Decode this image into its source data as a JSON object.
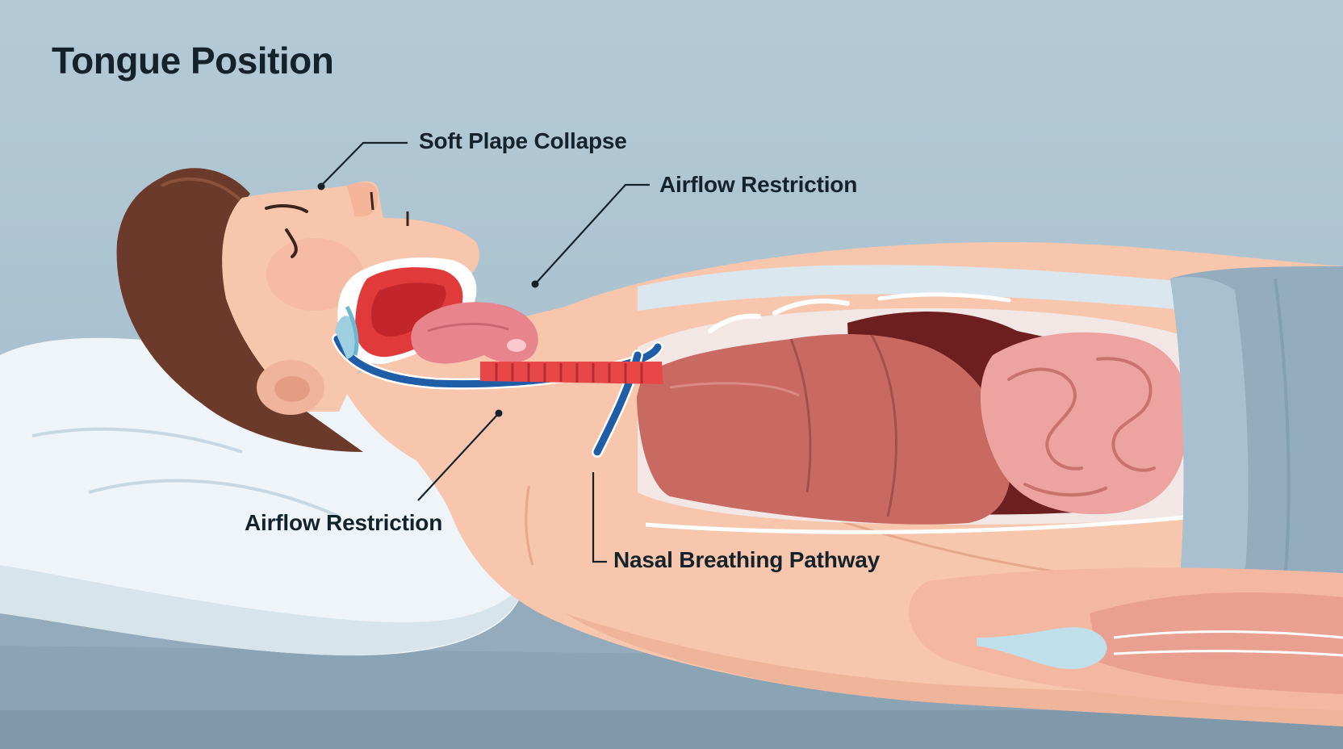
{
  "title": "Tongue Position",
  "labels": {
    "soft_palate_collapse": "Soft Plape Collapse",
    "airflow_restriction_upper": "Airflow Restriction",
    "airflow_restriction_lower": "Airflow Restriction",
    "nasal_breathing_pathway": "Nasal Breathing Pathway"
  },
  "colors": {
    "background": "#a9c1cf",
    "skin": "#f7c6ad",
    "hair": "#6b3a2a",
    "tongue": "#e8848c",
    "mouth": "#e03a3a",
    "airway": "#1f5da6",
    "trachea": "#e8474a",
    "organs": "#c96a62",
    "intestines": "#eda3a0",
    "pillow": "#eaf1f6",
    "blanket": "#8fa9bb",
    "text": "#14232b"
  }
}
